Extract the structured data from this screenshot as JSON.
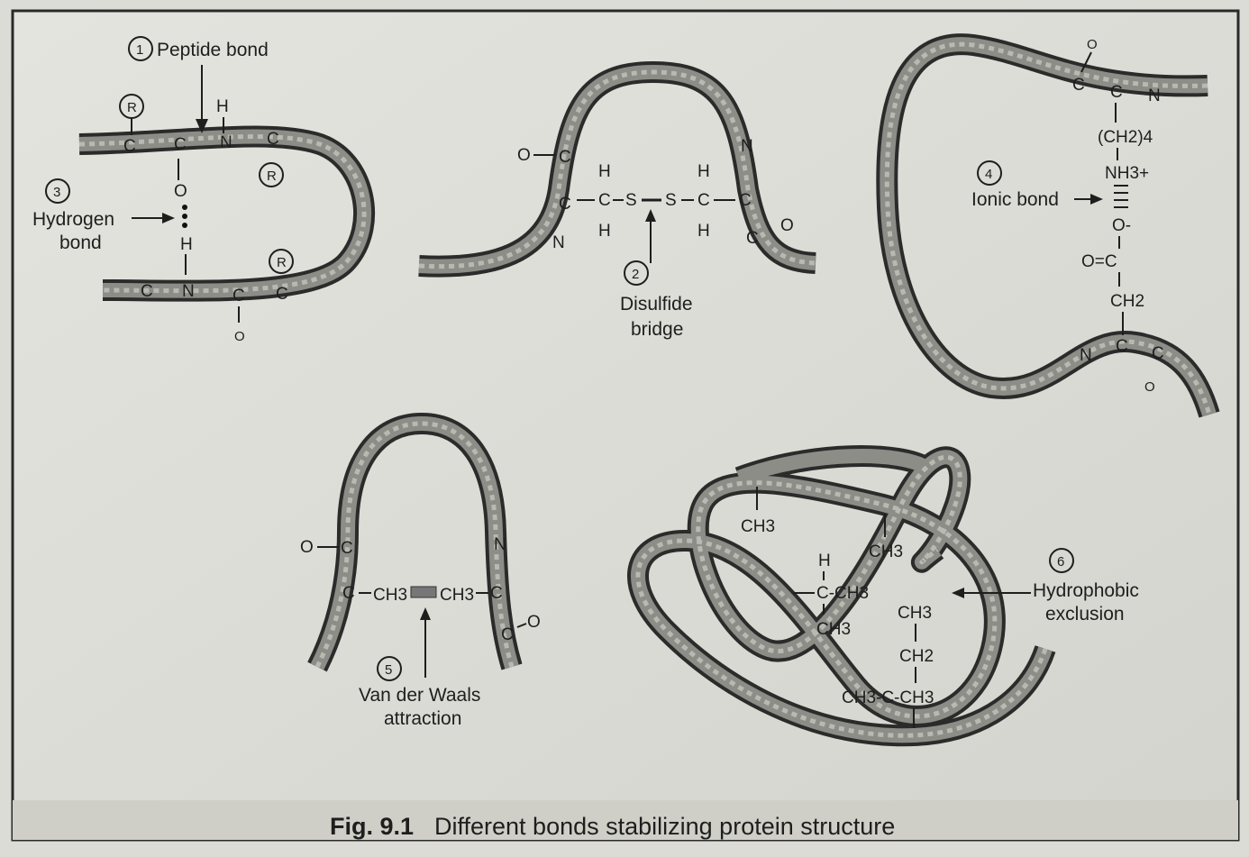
{
  "caption": {
    "prefix": "Fig. 9.1",
    "text": "Different bonds stabilizing protein structure"
  },
  "panel1": {
    "number": "1",
    "peptide_label": "Peptide bond",
    "hydrogen_number": "3",
    "hydrogen_label_line1": "Hydrogen",
    "hydrogen_label_line2": "bond",
    "atoms": {
      "R": "R",
      "H": "H",
      "C": "C",
      "N": "N",
      "O": "O"
    }
  },
  "panel2": {
    "number": "2",
    "label_line1": "Disulfide",
    "label_line2": "bridge",
    "chain": "C-S-S-C",
    "atoms": {
      "H": "H",
      "C": "C",
      "S": "S",
      "O": "O",
      "N": "N"
    }
  },
  "panel4": {
    "number": "4",
    "label": "Ionic bond",
    "group1": "(CH2)4",
    "group2": "NH3+",
    "group3": "O-",
    "group4": "O=C",
    "group5": "CH2",
    "atoms": {
      "O": "O",
      "C": "C",
      "N": "N"
    }
  },
  "panel5": {
    "number": "5",
    "label_line1": "Van der Waals",
    "label_line2": "attraction",
    "left_group": "CH3",
    "right_group": "CH3",
    "atoms": {
      "O": "O",
      "C": "C",
      "N": "N"
    }
  },
  "panel6": {
    "number": "6",
    "label_line1": "Hydrophobic",
    "label_line2": "exclusion",
    "groups": [
      "CH3",
      "CH3",
      "H",
      "C-CH3",
      "CH3",
      "CH3",
      "CH2",
      "CH3-C-CH3"
    ]
  }
}
